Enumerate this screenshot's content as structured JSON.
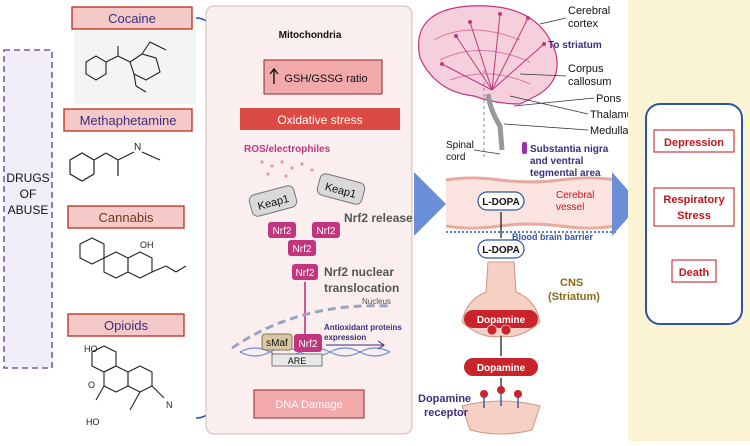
{
  "drugs_label": [
    "DRUGS",
    "OF",
    "ABUSE"
  ],
  "drugs": [
    {
      "name": "Cocaine"
    },
    {
      "name": "Methaphetamine"
    },
    {
      "name": "Cannabis"
    },
    {
      "name": "Opioids"
    }
  ],
  "chem_labels": {
    "nh": "N",
    "oh": "OH",
    "o_ring": "O",
    "ho_top": "HO",
    "ho_bottom": "HO",
    "n_methyl": "N"
  },
  "cell": {
    "title": "Mitochondria",
    "ratio_label": "GSH/GSSG ratio",
    "oxidative_stress": "Oxidative stress",
    "ros": "ROS/electrophiles",
    "keap1": "Keap1",
    "nrf2": "Nrf2",
    "nrf2_release": "Nrf2 release",
    "nrf2_translocation": [
      "Nrf2 nuclear",
      "translocation"
    ],
    "nucleus": "Nucleus",
    "smaf": "sMaf",
    "are": "ARE",
    "antioxidant": [
      "Antioxidant proteins",
      "expression"
    ],
    "dna_damage": "DNA Damage"
  },
  "brain": {
    "cerebral_cortex": [
      "Cerebral",
      "cortex"
    ],
    "to_striatum": "To striatum",
    "corpus_callosum": [
      "Corpus",
      "callosum"
    ],
    "pons": "Pons",
    "thalamus": "Thalamus",
    "medulla": "Medulla",
    "spinal_cord": [
      "Spinal",
      "cord"
    ],
    "substantia_nigra": [
      "Substantia nigra",
      "and ventral",
      "tegmental area"
    ]
  },
  "vessel": {
    "ldopa": "L-DOPA",
    "cerebral_vessel": [
      "Cerebral",
      "vessel"
    ],
    "bbb": "Blood brain barrier",
    "cns": [
      "CNS",
      "(Striatum)"
    ],
    "dopamine": "Dopamine",
    "receptor": [
      "Dopamine",
      "receptor"
    ]
  },
  "outcomes": [
    "Depression",
    [
      "Respiratory",
      "Stress"
    ],
    "Death"
  ],
  "colors": {
    "pink_box": "#f6c9c9",
    "pink_border": "#c0392b",
    "red_bar": "#dc4b43",
    "magenta": "#c2357f",
    "purple": "#3a2f7d",
    "blue": "#2e55a3",
    "arrow_blue": "#6b8fd6",
    "yellow": "#fbf4d4",
    "dark_red": "#c0141e",
    "dashed_purple": "#7c5aa6"
  }
}
